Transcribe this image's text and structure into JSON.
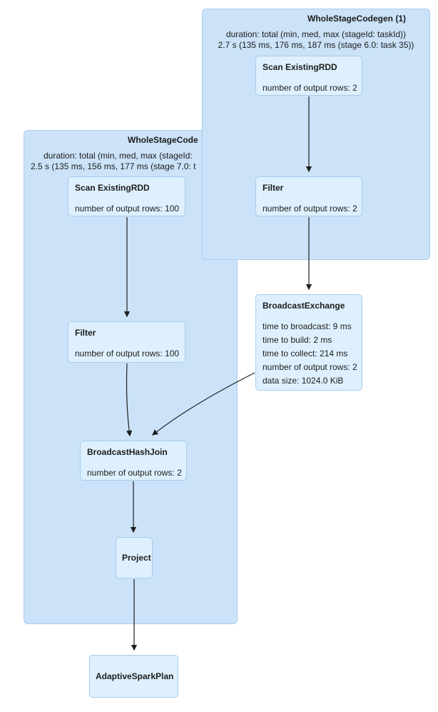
{
  "diagram": {
    "type": "spark-sql-query-plan-dag",
    "colors": {
      "cluster_fill": "#cbe2f8",
      "cluster_border": "#aacdee",
      "node_fill": "#def0fd",
      "node_border": "#a6cded",
      "edge": "#1f1f1f",
      "text": "#1c1c1c"
    },
    "clusters": {
      "wsc1": {
        "title": "WholeStageCodegen (1)",
        "duration_line1": "duration: total (min, med, max (stageId: taskId))",
        "duration_line2": "2.7 s (135 ms, 176 ms, 187 ms (stage 6.0: task 35))"
      },
      "wsc2": {
        "title": "WholeStageCode",
        "duration_line1": "duration: total (min, med, max (stageId:",
        "duration_line2": "2.5 s (135 ms, 156 ms, 177 ms (stage 7.0: t"
      }
    },
    "nodes": {
      "scan1": {
        "title": "Scan ExistingRDD",
        "metrics": [
          "number of output rows: 2"
        ]
      },
      "filter1": {
        "title": "Filter",
        "metrics": [
          "number of output rows: 2"
        ]
      },
      "scan2": {
        "title": "Scan ExistingRDD",
        "metrics": [
          "number of output rows: 100"
        ]
      },
      "filter2": {
        "title": "Filter",
        "metrics": [
          "number of output rows: 100"
        ]
      },
      "broadcastExchange": {
        "title": "BroadcastExchange",
        "metrics": [
          "time to broadcast: 9 ms",
          "time to build: 2 ms",
          "time to collect: 214 ms",
          "number of output rows: 2",
          "data size: 1024.0 KiB"
        ]
      },
      "broadcastHashJoin": {
        "title": "BroadcastHashJoin",
        "metrics": [
          "number of output rows: 2"
        ]
      },
      "project": {
        "title": "Project",
        "metrics": []
      },
      "adaptiveSparkPlan": {
        "title": "AdaptiveSparkPlan",
        "metrics": []
      }
    },
    "edges": [
      {
        "from": "scan1",
        "to": "filter1"
      },
      {
        "from": "filter1",
        "to": "broadcastExchange"
      },
      {
        "from": "scan2",
        "to": "filter2"
      },
      {
        "from": "filter2",
        "to": "broadcastHashJoin"
      },
      {
        "from": "broadcastExchange",
        "to": "broadcastHashJoin"
      },
      {
        "from": "broadcastHashJoin",
        "to": "project"
      },
      {
        "from": "project",
        "to": "adaptiveSparkPlan"
      }
    ]
  }
}
